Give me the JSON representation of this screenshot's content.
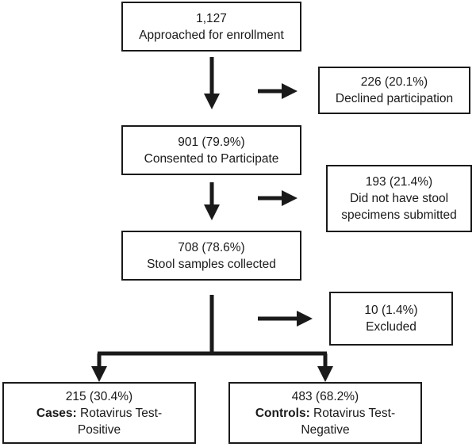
{
  "boxes": {
    "approached": {
      "count": "1,127",
      "label": "Approached for enrollment"
    },
    "declined": {
      "count": "226 (20.1%)",
      "label": "Declined participation"
    },
    "consented": {
      "count": "901 (79.9%)",
      "label": "Consented to Participate"
    },
    "no_stool": {
      "count": "193 (21.4%)",
      "label_line1": "Did not have stool",
      "label_line2": "specimens submitted"
    },
    "collected": {
      "count": "708 (78.6%)",
      "label": "Stool samples collected"
    },
    "excluded": {
      "count": "10 (1.4%)",
      "label": "Excluded"
    },
    "cases": {
      "count": "215 (30.4%)",
      "bold": "Cases:",
      "label_line1": " Rotavirus Test-",
      "label_line2": "Positive"
    },
    "controls": {
      "count": "483 (68.2%)",
      "bold": "Controls:",
      "label_line1": " Rotavirus Test-",
      "label_line2": "Negative"
    }
  }
}
